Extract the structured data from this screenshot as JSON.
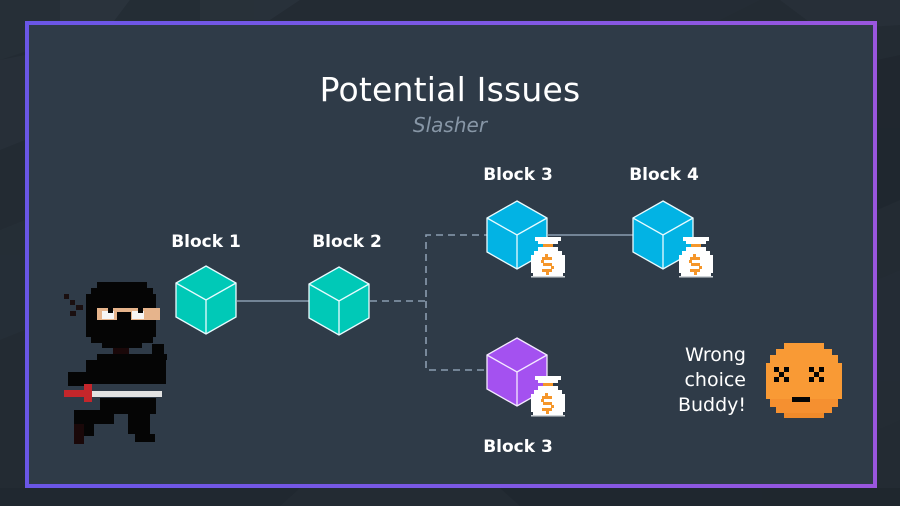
{
  "slide": {
    "title": "Potential Issues",
    "subtitle": "Slasher",
    "colors": {
      "background": "#2f3b48",
      "frame_left": "#6a56e6",
      "frame_right": "#9a56de",
      "teal_block": "#00c9b7",
      "blue_block": "#02b3e4",
      "purple_block": "#a451f0",
      "connector": "#8a9caf",
      "coin": "#f5962a",
      "emoji": "#f99a35"
    }
  },
  "blocks": [
    {
      "id": "block-1",
      "label": "Block 1",
      "color": "teal",
      "has_reward": false,
      "chain": "main"
    },
    {
      "id": "block-2",
      "label": "Block 2",
      "color": "teal",
      "has_reward": false,
      "chain": "main"
    },
    {
      "id": "block-3a",
      "label": "Block 3",
      "color": "blue",
      "has_reward": true,
      "chain": "fork-a"
    },
    {
      "id": "block-4",
      "label": "Block 4",
      "color": "blue",
      "has_reward": true,
      "chain": "fork-a"
    },
    {
      "id": "block-3b",
      "label": "Block 3",
      "color": "purple",
      "has_reward": true,
      "chain": "fork-b"
    }
  ],
  "connections": [
    {
      "from": "block-1",
      "to": "block-2",
      "style": "solid"
    },
    {
      "from": "block-2",
      "to": "block-3a",
      "style": "dashed"
    },
    {
      "from": "block-2",
      "to": "block-3b",
      "style": "dashed"
    },
    {
      "from": "block-3a",
      "to": "block-4",
      "style": "solid"
    }
  ],
  "reward_icon": {
    "name": "money-bag",
    "symbol": "$"
  },
  "characters": {
    "ninja": "slasher-ninja",
    "emoji": "dizzy-face"
  },
  "callout": {
    "lines": [
      "Wrong",
      "choice",
      "Buddy!"
    ]
  }
}
